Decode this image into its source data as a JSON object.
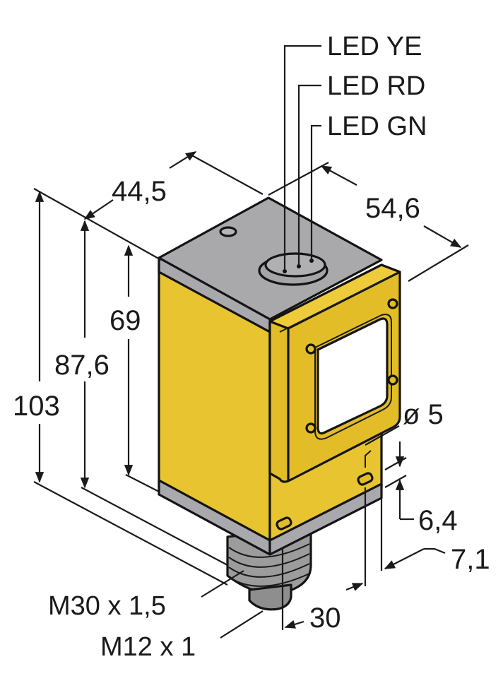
{
  "drawing": {
    "type": "dimensioned isometric product drawing",
    "subject": "rectangular optical sensor housing with M30 threaded base and M12 connector",
    "colors": {
      "housing_yellow": "#E8C430",
      "housing_yellow_dark": "#D9B320",
      "cap_gray": "#A9A9A9",
      "cap_gray_light": "#B8B8BC",
      "thread_gray": "#9C9C9C",
      "line": "#1a1a1a",
      "background": "#FFFFFF"
    },
    "led_labels": [
      {
        "id": "ye",
        "text": "LED YE"
      },
      {
        "id": "rd",
        "text": "LED RD"
      },
      {
        "id": "gn",
        "text": "LED GN"
      }
    ],
    "dimensions": {
      "width_depth": "44,5",
      "width_front": "54,6",
      "height_total": "103",
      "height_body": "87,6",
      "height_housing": "69",
      "hole_diameter": "ø 5",
      "hole_offset": "6,4",
      "front_offset": "7,1",
      "thread_offset": "30"
    },
    "thread_labels": {
      "main_thread": "M30 x 1,5",
      "connector_thread": "M12 x 1"
    }
  }
}
